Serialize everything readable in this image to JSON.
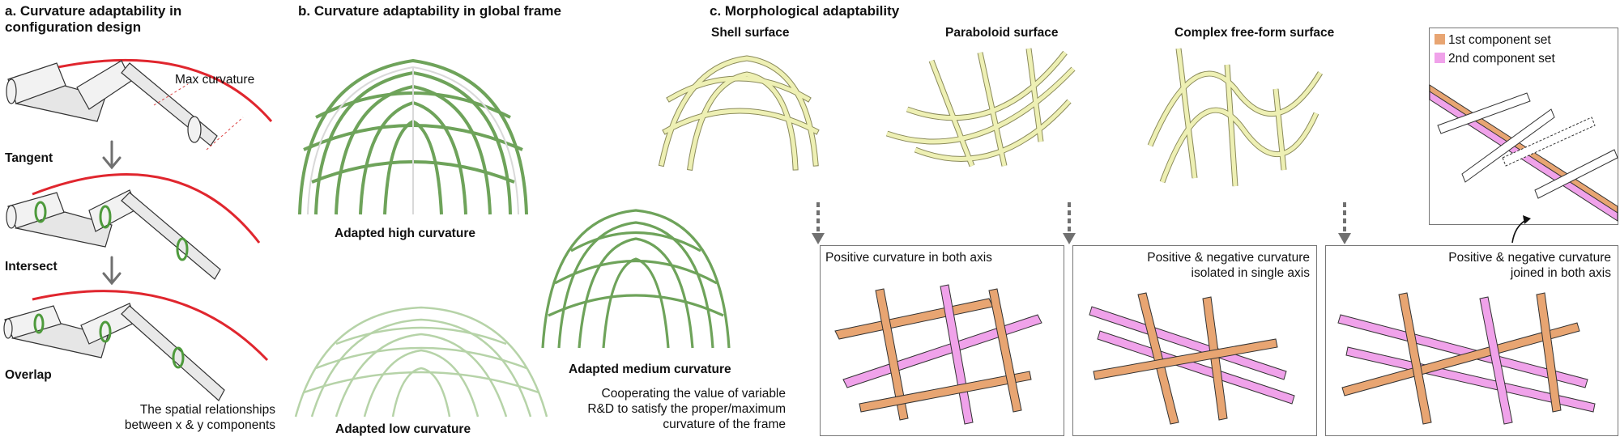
{
  "panel_a": {
    "title_line1": "a. Curvature adaptability in",
    "title_line2": "configuration design",
    "max_curvature": "Max curvature",
    "step1": "Tangent",
    "step2": "Intersect",
    "step3": "Overlap",
    "caption_line1": "The spatial relationships",
    "caption_line2": "between x & y components"
  },
  "panel_b": {
    "title": "b. Curvature adaptability in global frame",
    "high": "Adapted high curvature",
    "medium": "Adapted medium curvature",
    "low": "Adapted low curvature",
    "caption_line1": "Cooperating the value of variable",
    "caption_line2": "R&D to satisfy the proper/maximum",
    "caption_line3": "curvature of the frame"
  },
  "panel_c": {
    "title": "c. Morphological adaptability",
    "surface1": "Shell surface",
    "surface2": "Paraboloid surface",
    "surface3": "Complex free-form surface",
    "box1_line1": "Positive curvature in both axis",
    "box2_line1": "Positive & negative curvature",
    "box2_line2": "isolated in single axis",
    "box3_line1": "Positive & negative curvature",
    "box3_line2": "joined in both axis",
    "legend": [
      {
        "label": "1st component set",
        "color": "#e8a572"
      },
      {
        "label": "2nd component set",
        "color": "#f0a2ea"
      }
    ]
  },
  "colors": {
    "red_arc": "#e0262e",
    "green": "#6ea35a",
    "yellow": "#eef0b4",
    "orange": "#e8a572",
    "pink": "#f0a2ea",
    "arrow": "#707070"
  }
}
